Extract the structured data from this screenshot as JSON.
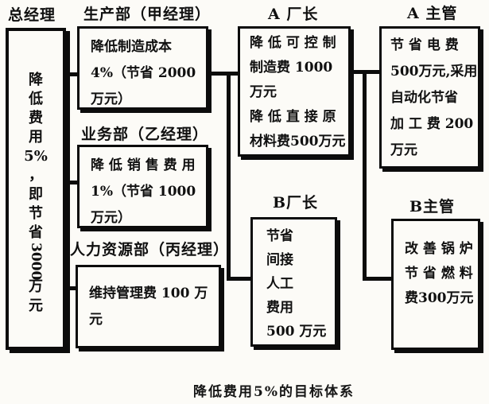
{
  "caption": "降低费用5%的目标体系",
  "labels": {
    "general_manager": "总经理",
    "production_dept": "生产部（甲经理）",
    "factory_director_a": "A 厂长",
    "supervisor_a": "A 主管",
    "business_dept": "业务部（乙经理）",
    "hr_dept": "人力资源部（丙经理）",
    "factory_director_b": "B厂长",
    "supervisor_b": "B主管"
  },
  "boxes": {
    "general_manager": {
      "chars": [
        "降",
        "低",
        "费",
        "用",
        "5%",
        "，",
        "即",
        "节",
        "省",
        "3000",
        "万",
        "元"
      ]
    },
    "production": {
      "lines": [
        "降低制造成本",
        "4%（节省 2000",
        "万元）"
      ]
    },
    "business": {
      "lines": [
        "降 低 销 售 费 用",
        "1%（节省 1000",
        "万元）"
      ]
    },
    "hr": {
      "lines": [
        "维持管理费 100 万",
        "元"
      ]
    },
    "factory_a": {
      "lines": [
        "降 低 可 控 制",
        "制造费 1000",
        "万元",
        "降 低 直 接 原",
        "材料费500万元"
      ]
    },
    "supervisor_a": {
      "lines": [
        "节 省 电 费",
        "500万元,采用",
        "自动化节省",
        "加 工 费 200",
        "万元"
      ]
    },
    "factory_b": {
      "lines": [
        "节省",
        "间接",
        "人工",
        "费用",
        "500 万元"
      ]
    },
    "supervisor_b": {
      "lines": [
        "改 善 锅 炉",
        "节 省 燃 料",
        "费300万元"
      ]
    }
  },
  "colors": {
    "ink": "#0c0c0c",
    "paper": "#fcfbf7"
  }
}
